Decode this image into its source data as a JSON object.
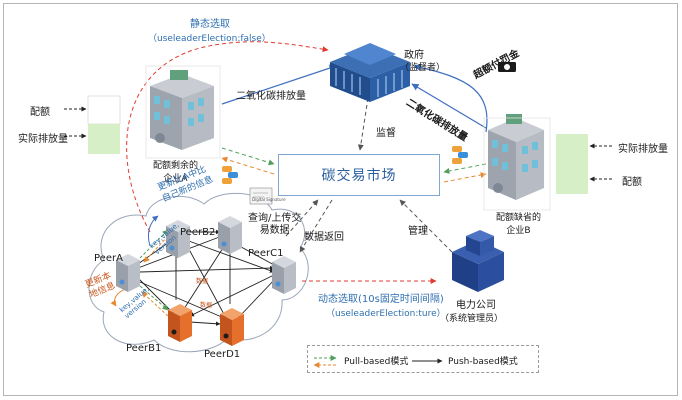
{
  "labels": {
    "static_title": "静态选取",
    "static_param": "（useleaderElection:false）",
    "government": "政府",
    "government_role": "（监督者）",
    "penalty": "超额付罚金",
    "co2_left": "二氧化碳排放量",
    "co2_right": "二氧化碳排放量",
    "supervise": "监督",
    "quota_left": "配额",
    "actual_left": "实际排放量",
    "actual_right": "实际排放量",
    "quota_right": "配额",
    "enterprise_a": "配额剩余的\n企业A",
    "enterprise_b": "配额缺省的\n企业B",
    "market": "碳交易市场",
    "manage": "管理",
    "query_upload": "查询/上传交\n易数据",
    "data_return": "数据返回",
    "update_compare": "更新比A中比\n自己新的信息",
    "update_local": "更新本\n地信息",
    "kv_version_1": "key,value,\nversion",
    "kv_version_2": "key,value,\nversion",
    "small_tag_1": "数据",
    "small_tag_2": "数据",
    "peer_a": "PeerA",
    "peer_b1": "PeerB1",
    "peer_b2": "PeerB2",
    "peer_c1": "PeerC1",
    "peer_d1": "PeerD1",
    "dynamic_title": "动态选取(10s固定时间间隔)",
    "dynamic_param": "（useleaderElection:ture）",
    "power_company": "电力公司",
    "power_role": "（系统管理员）",
    "legend_pull": "Pull-based模式",
    "legend_push": "Push-based模式",
    "card_label": "Digital Signature"
  },
  "colors": {
    "blue_arrow": "#3f6fc1",
    "red_dash": "#e03a2f",
    "green_dash": "#4f9f5a",
    "orange_dash": "#e6892f",
    "green_bar": "#d6efc6",
    "red_server": "#e4702b",
    "gray_server": "#b9bec6"
  }
}
